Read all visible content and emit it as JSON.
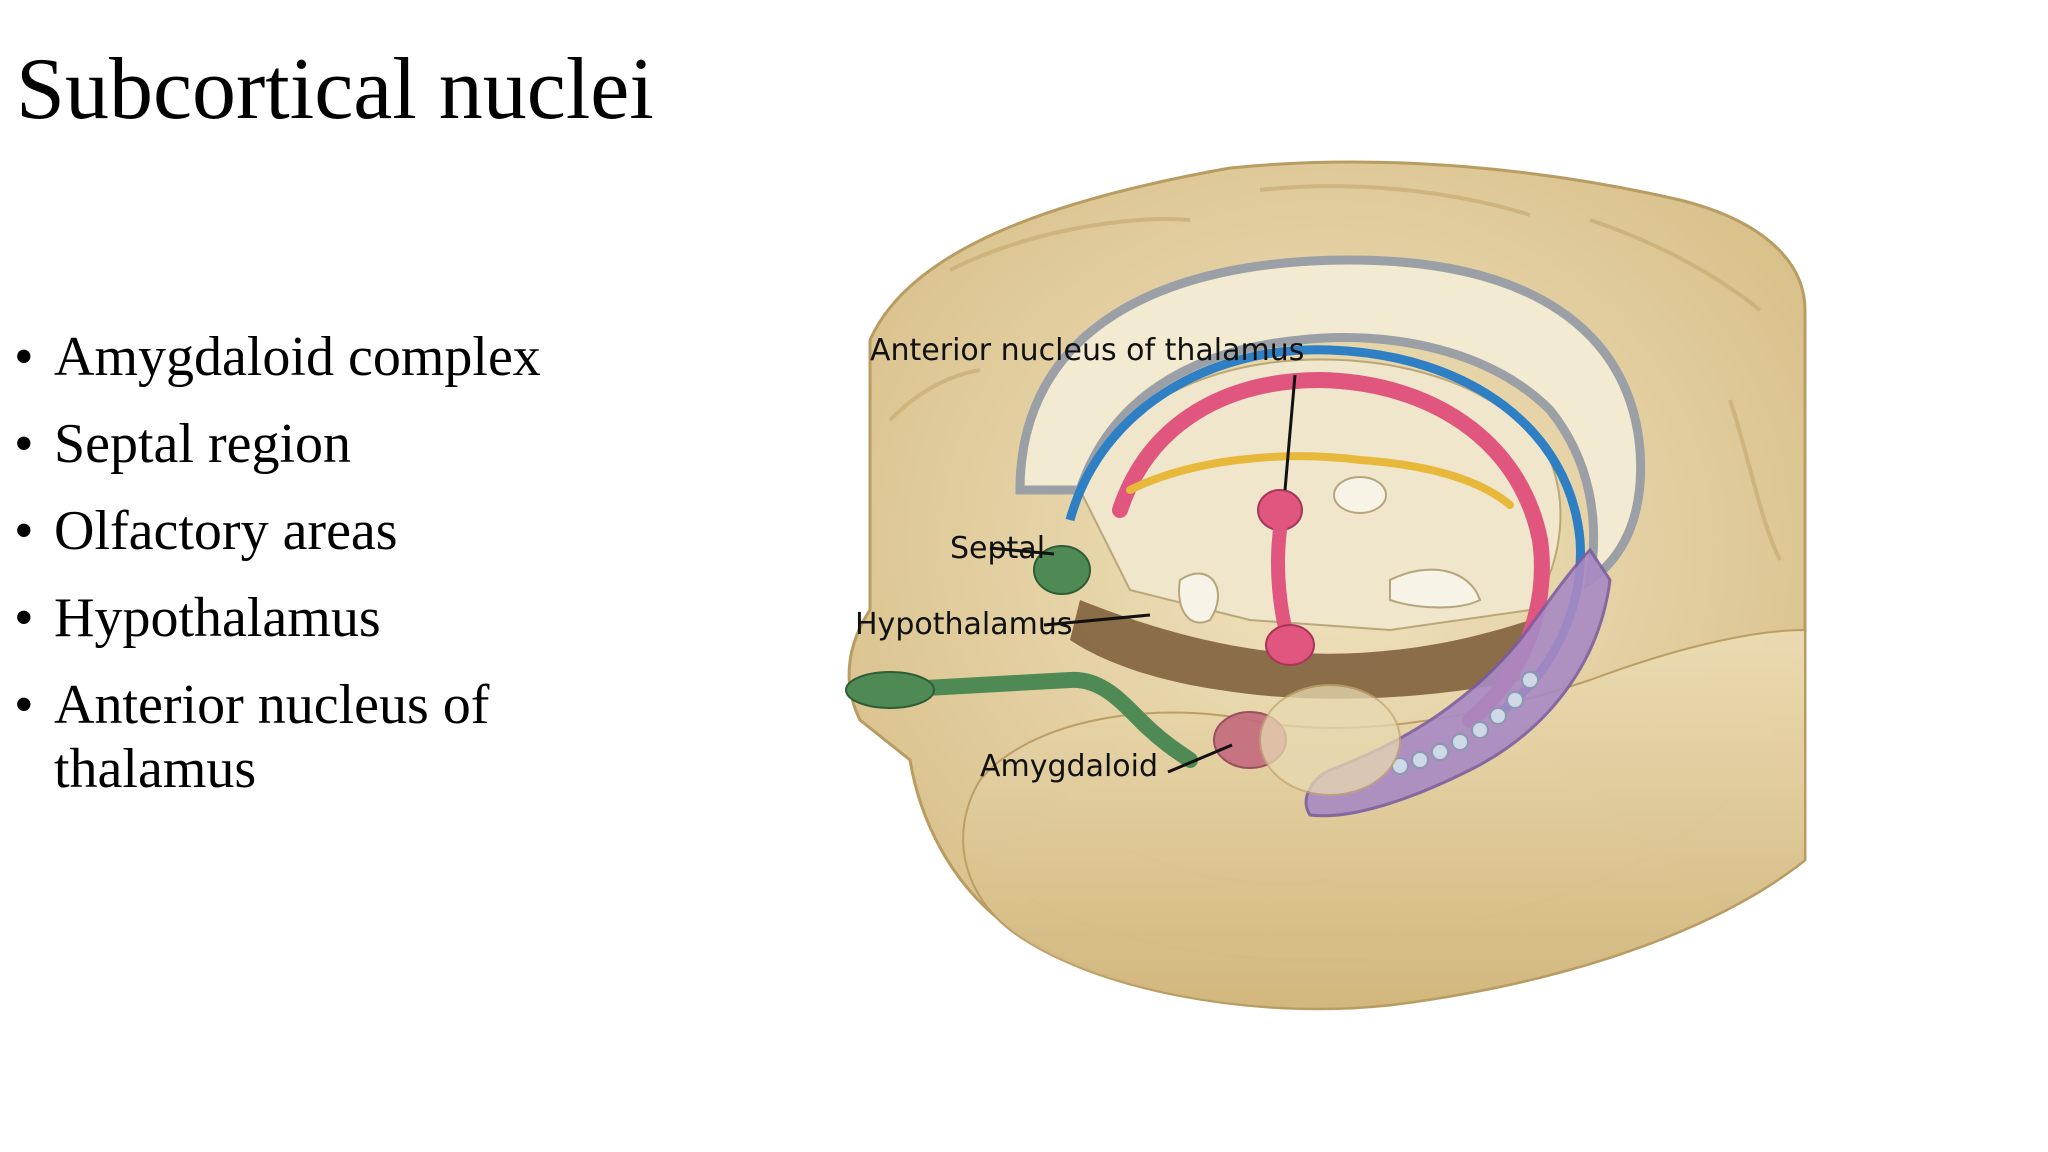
{
  "slide": {
    "title": "Subcortical nuclei",
    "bullet_glyph": "•",
    "bullets": [
      "Amygdaloid complex",
      "Septal region",
      "Olfactory areas",
      "Hypothalamus",
      "Anterior nucleus of thalamus"
    ]
  },
  "figure": {
    "labels": {
      "anterior_nucleus": "Anterior nucleus of thalamus",
      "septal": "Septal",
      "hypothalamus": "Hypothalamus",
      "amygdaloid": "Amygdaloid"
    },
    "colors": {
      "brain_tissue": "#e6d4a8",
      "brain_shadow": "#c9b07a",
      "fornix_pink": "#e0567e",
      "ventricle_blue": "#2f7fc4",
      "stria_yellow": "#e8b83a",
      "olfactory_green": "#4f8a55",
      "hippocampus_purple": "#a98ac4",
      "amygdala_mauve": "#c46a7e"
    }
  }
}
